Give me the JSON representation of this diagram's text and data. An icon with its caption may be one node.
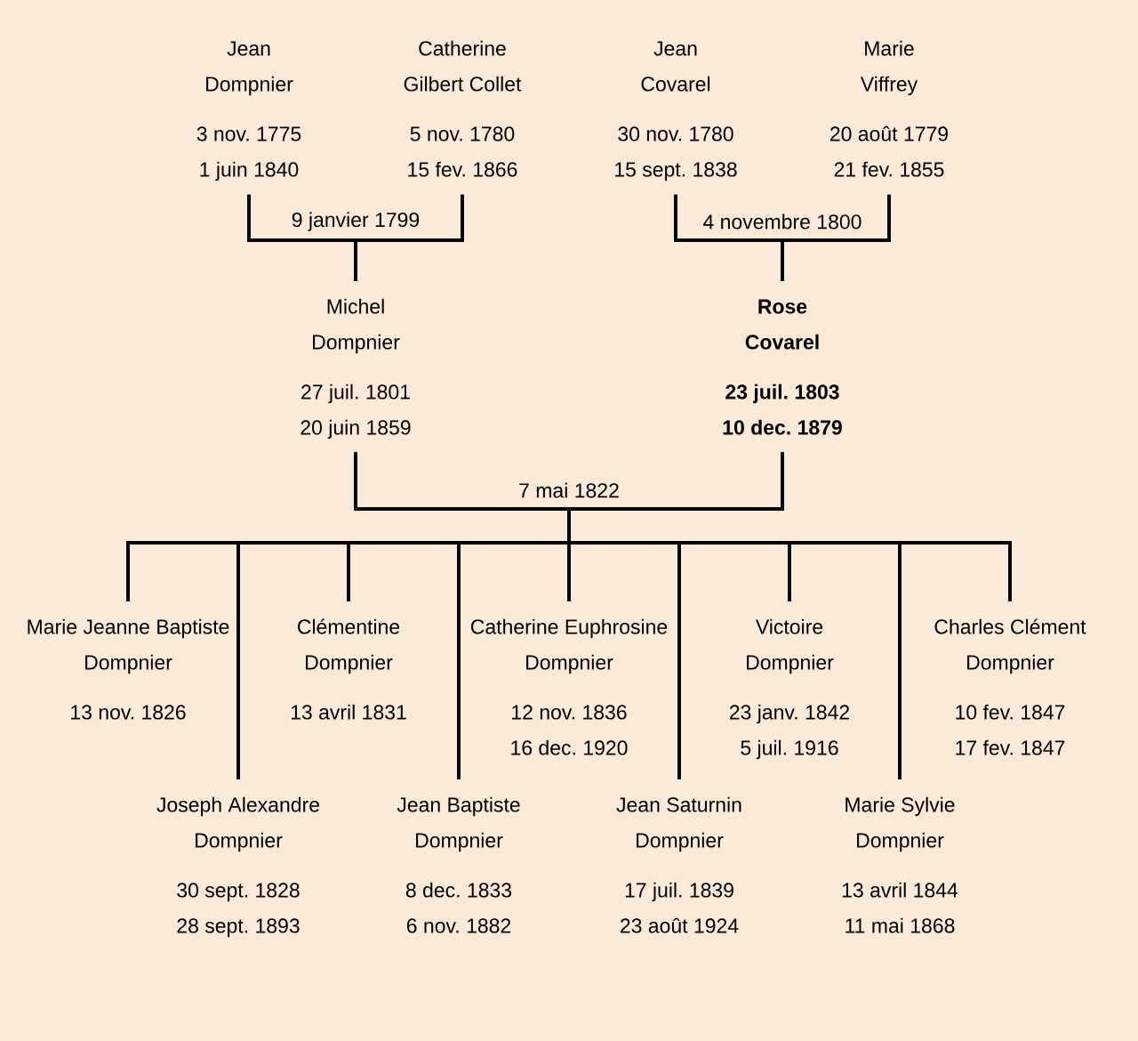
{
  "diagram": {
    "nodes": [
      {
        "text": [
          "Jean Dompnier",
          "3 nov. 1775",
          "1 juin 1840"
        ]
      },
      {
        "text": [
          "Catherine Gilbert Collet",
          "5 nov. 1780",
          "15 fev. 1866"
        ]
      },
      {
        "text": [
          "Jean Covarel",
          "30 nov. 1780",
          "15 sept. 1838"
        ]
      },
      {
        "text": [
          "Marie Viffrey",
          "20 août 1779",
          "21 fev. 1855"
        ]
      },
      {
        "text": [
          "Michel Dompnier",
          "27 juil. 1801",
          "20 juin 1859"
        ]
      },
      {
        "text": [
          "Rose Covarel",
          "23 juil. 1803",
          "10 dec. 1879"
        ]
      },
      {
        "text": [
          "Marie Jeanne Baptiste Dompnier",
          "13 nov. 1826"
        ]
      },
      {
        "text": [
          "Clémentine Dompnier",
          "13 avril 1831"
        ]
      },
      {
        "text": [
          "Catherine Euphrosine Dompnier",
          "12 nov. 1836",
          "16 dec. 1920"
        ]
      },
      {
        "text": [
          "Victoire Dompnier",
          "23 janv. 1842",
          "5 juil. 1916"
        ]
      },
      {
        "text": [
          "Charles Clément Dompnier",
          "10 fev. 1847",
          "17 fev. 1847"
        ]
      },
      {
        "text": [
          "Joseph Alexandre Dompnier",
          "30 sept. 1828",
          "28 sept. 1893"
        ]
      },
      {
        "text": [
          "Jean Baptiste Dompnier",
          "8 dec. 1833",
          "6 nov. 1882"
        ]
      },
      {
        "text": [
          "Jean Saturnin Dompnier",
          "17 juil. 1839",
          "23 août 1924"
        ]
      },
      {
        "text": [
          "Marie Sylvie Dompnier",
          "13 avril 1844",
          "11 mai 1868"
        ]
      }
    ],
    "edges": [
      {
        "from": 0,
        "to": 1,
        "arrow": "none",
        "label": "9 janvier 1799"
      },
      {
        "from": 2,
        "to": 3,
        "arrow": "none",
        "label": "4 novembre 1800"
      },
      {
        "from": 0,
        "to": 4,
        "arrow": "none"
      },
      {
        "from": 1,
        "to": 4,
        "arrow": "none"
      },
      {
        "from": 2,
        "to": 5,
        "arrow": "none"
      },
      {
        "from": 3,
        "to": 5,
        "arrow": "none"
      },
      {
        "from": 4,
        "to": 5,
        "arrow": "none",
        "label": "7 mai 1822"
      },
      {
        "from": 4,
        "to": 6,
        "arrow": "none"
      },
      {
        "from": 5,
        "to": 6,
        "arrow": "none"
      },
      {
        "from": 4,
        "to": 7,
        "arrow": "none"
      },
      {
        "from": 5,
        "to": 7,
        "arrow": "none"
      },
      {
        "from": 4,
        "to": 8,
        "arrow": "none"
      },
      {
        "from": 5,
        "to": 8,
        "arrow": "none"
      },
      {
        "from": 4,
        "to": 9,
        "arrow": "none"
      },
      {
        "from": 5,
        "to": 9,
        "arrow": "none"
      },
      {
        "from": 4,
        "to": 10,
        "arrow": "none"
      },
      {
        "from": 5,
        "to": 10,
        "arrow": "none"
      },
      {
        "from": 4,
        "to": 11,
        "arrow": "none"
      },
      {
        "from": 5,
        "to": 11,
        "arrow": "none"
      },
      {
        "from": 4,
        "to": 12,
        "arrow": "none"
      },
      {
        "from": 5,
        "to": 12,
        "arrow": "none"
      },
      {
        "from": 4,
        "to": 13,
        "arrow": "none"
      },
      {
        "from": 5,
        "to": 13,
        "arrow": "none"
      },
      {
        "from": 4,
        "to": 14,
        "arrow": "none"
      },
      {
        "from": 5,
        "to": 14,
        "arrow": "none"
      }
    ]
  }
}
